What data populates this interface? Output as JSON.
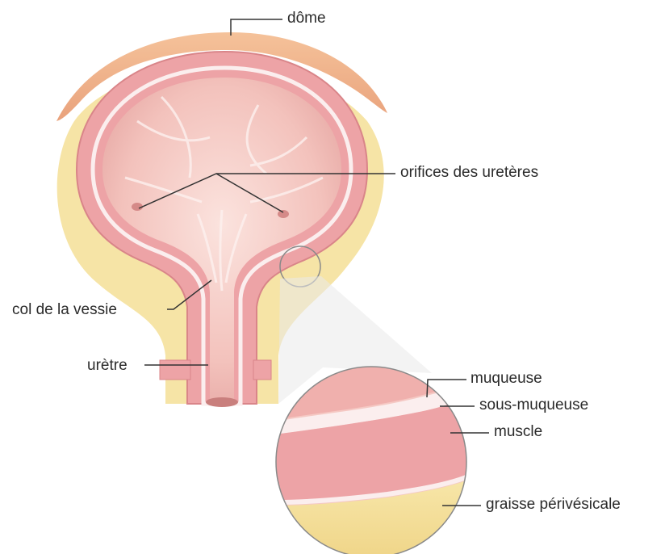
{
  "labels": {
    "dome": "dôme",
    "ureteral_orifices": "orifices des uretères",
    "bladder_neck": "col de la vessie",
    "urethra": "urètre",
    "mucosa": "muqueuse",
    "submucosa": "sous-muqueuse",
    "muscle": "muscle",
    "perivesical_fat": "graisse périvésicale"
  },
  "colors": {
    "fat": "#f6e4a6",
    "muscle": "#eda3a6",
    "muscle_dark": "#e08d92",
    "mucosa_lumen": "#f5c9c4",
    "submucosa": "#fbeeee",
    "dome_peritoneum": "#f2b98f",
    "leader_line": "#333333"
  }
}
